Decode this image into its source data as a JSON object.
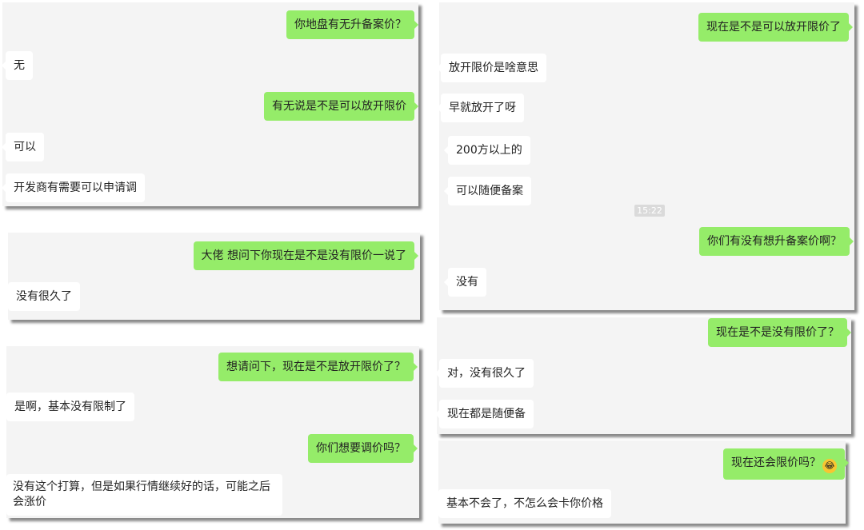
{
  "screenshots": [
    {
      "messages": [
        {
          "dir": "sent",
          "text": "你地盘有无升备案价？"
        },
        {
          "dir": "received",
          "text": "无"
        },
        {
          "dir": "sent",
          "text": "有无说是不是可以放开限价"
        },
        {
          "dir": "received",
          "text": "可以"
        },
        {
          "dir": "received",
          "text": "开发商有需要可以申请调"
        }
      ]
    },
    {
      "messages": [
        {
          "dir": "sent",
          "text": "大佬 想问下你现在是不是没有限价一说了"
        },
        {
          "dir": "received",
          "text": "没有很久了"
        }
      ]
    },
    {
      "messages": [
        {
          "dir": "sent",
          "text": "想请问下，现在是不是放开限价了？"
        },
        {
          "dir": "received",
          "text": "是啊，基本没有限制了"
        },
        {
          "dir": "sent",
          "text": "你们想要调价吗？"
        },
        {
          "dir": "received",
          "text": "没有这个打算，但是如果行情继续好的话，可能之后会涨价"
        }
      ]
    },
    {
      "messages": [
        {
          "dir": "sent",
          "text": "现在是不是可以放开限价了"
        },
        {
          "dir": "received",
          "text": "放开限价是啥意思"
        },
        {
          "dir": "received",
          "text": "早就放开了呀"
        },
        {
          "dir": "received",
          "text": "200方以上的"
        },
        {
          "dir": "received",
          "text": "可以随便备案"
        },
        {
          "dir": "sent",
          "text": "你们有没有想升备案价啊？"
        },
        {
          "dir": "received",
          "text": "没有"
        }
      ],
      "timestamp": "15:22"
    },
    {
      "messages": [
        {
          "dir": "sent",
          "text": "现在是不是没有限价了？"
        },
        {
          "dir": "received",
          "text": "对，没有很久了"
        },
        {
          "dir": "received",
          "text": "现在都是随便备"
        }
      ]
    },
    {
      "messages": [
        {
          "dir": "sent",
          "text": "现在还会限价吗？",
          "emoji": "laughing-tears-emoji"
        },
        {
          "dir": "received",
          "text": "基本不会了，不怎么会卡你价格"
        }
      ]
    }
  ],
  "colors": {
    "sent_bubble": "#95ec69",
    "received_bubble": "#ffffff",
    "panel_bg": "#f4f4f4"
  }
}
